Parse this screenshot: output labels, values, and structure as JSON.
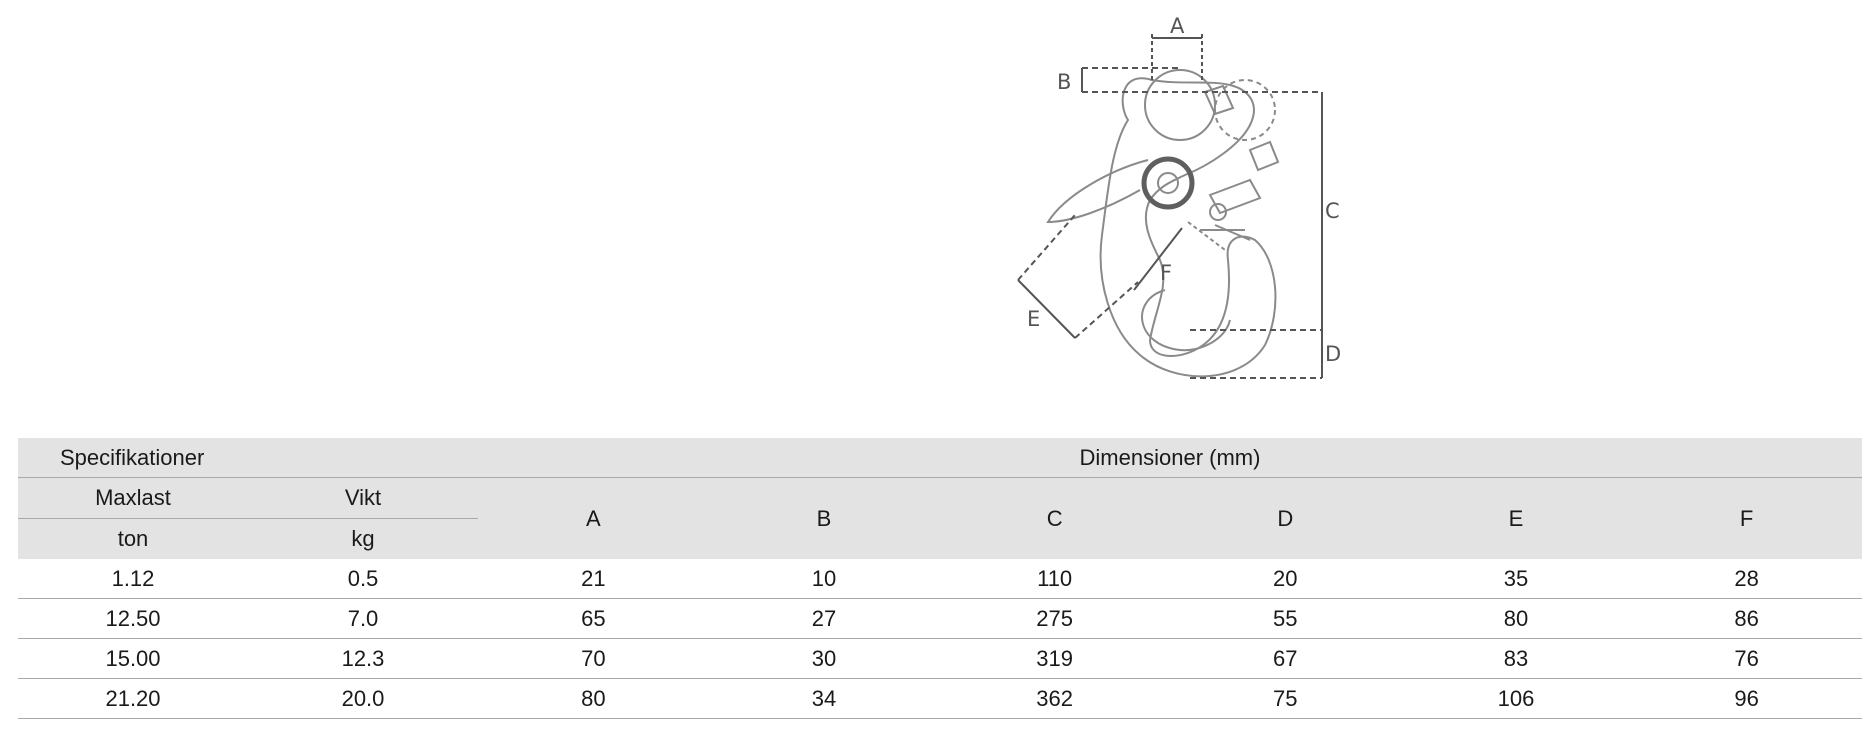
{
  "diagram": {
    "labels": {
      "a": "A",
      "b": "B",
      "c": "C",
      "d": "D",
      "e": "E",
      "f": "F"
    }
  },
  "table": {
    "group_specs": "Specifikationer",
    "group_dims": "Dimensioner (mm)",
    "col_load": "Maxlast",
    "col_weight": "Vikt",
    "unit_load": "ton",
    "unit_weight": "kg",
    "dims": [
      "A",
      "B",
      "C",
      "D",
      "E",
      "F"
    ],
    "rows": [
      [
        "1.12",
        "0.5",
        "21",
        "10",
        "110",
        "20",
        "35",
        "28"
      ],
      [
        "12.50",
        "7.0",
        "65",
        "27",
        "275",
        "55",
        "80",
        "86"
      ],
      [
        "15.00",
        "12.3",
        "70",
        "30",
        "319",
        "67",
        "83",
        "76"
      ],
      [
        "21.20",
        "20.0",
        "80",
        "34",
        "362",
        "75",
        "106",
        "96"
      ]
    ]
  }
}
